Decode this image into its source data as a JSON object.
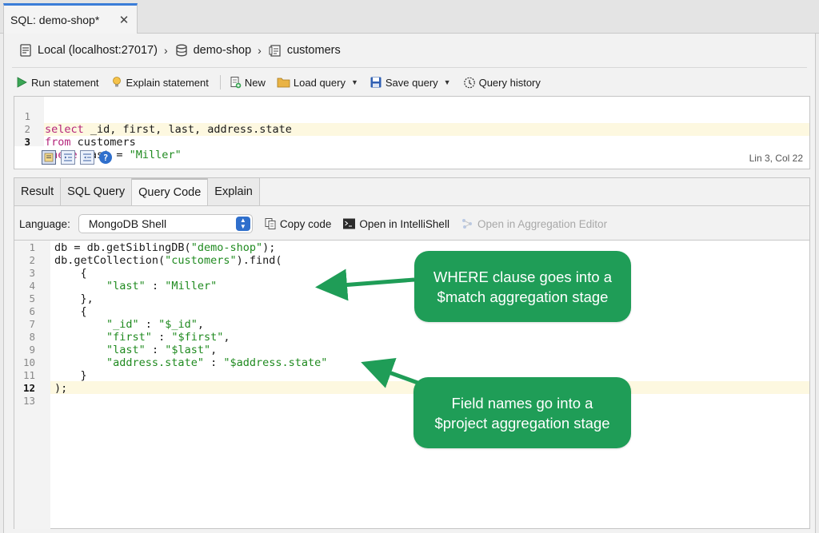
{
  "tab": {
    "title": "SQL: demo-shop*",
    "close": "✕"
  },
  "breadcrumb": {
    "connection": "Local (localhost:27017)",
    "database": "demo-shop",
    "collection": "customers"
  },
  "toolbar": {
    "run": "Run statement",
    "explain": "Explain statement",
    "new": "New",
    "load": "Load query",
    "save": "Save query",
    "history": "Query history"
  },
  "sql": {
    "lines": [
      {
        "n": "1",
        "kw": "select",
        "rest": " _id, first, last, address.state"
      },
      {
        "n": "2",
        "kw": "from",
        "rest": " customers"
      },
      {
        "n": "3",
        "kw": "where",
        "rest": " last = ",
        "str": "\"Miller\""
      }
    ],
    "position": "Lin 3, Col 22"
  },
  "result_tabs": [
    "Result",
    "SQL Query",
    "Query Code",
    "Explain"
  ],
  "language": {
    "label": "Language:",
    "selected": "MongoDB Shell",
    "copy": "Copy code",
    "intellishell": "Open in IntelliShell",
    "aggregation": "Open in Aggregation Editor"
  },
  "code": {
    "numbers": [
      "1",
      "2",
      "3",
      "4",
      "5",
      "6",
      "7",
      "8",
      "9",
      "10",
      "11",
      "12",
      "13"
    ],
    "l1a": "db = db.getSiblingDB(",
    "l1s": "\"demo-shop\"",
    "l1b": ");",
    "l2a": "db.getCollection(",
    "l2s": "\"customers\"",
    "l2b": ").find(",
    "l3": "    {",
    "l4a": "        ",
    "l4k": "\"last\"",
    "l4m": " : ",
    "l4v": "\"Miller\"",
    "l5": "    },",
    "l6": "    {",
    "l7k": "\"_id\"",
    "l7v": "\"$_id\"",
    "l8k": "\"first\"",
    "l8v": "\"$first\"",
    "l9k": "\"last\"",
    "l9v": "\"$last\"",
    "l10k": "\"address.state\"",
    "l10v": "\"$address.state\"",
    "l11": "    }",
    "l12": ");"
  },
  "callouts": {
    "match_line1": "WHERE clause goes into a",
    "match_line2": "$match aggregation stage",
    "project_line1": "Field names go into a",
    "project_line2": "$project aggregation stage"
  },
  "colors": {
    "callout": "#1f9d57",
    "keyword": "#b4247a",
    "string": "#1f8a1f",
    "accent": "#2f6fcc"
  }
}
